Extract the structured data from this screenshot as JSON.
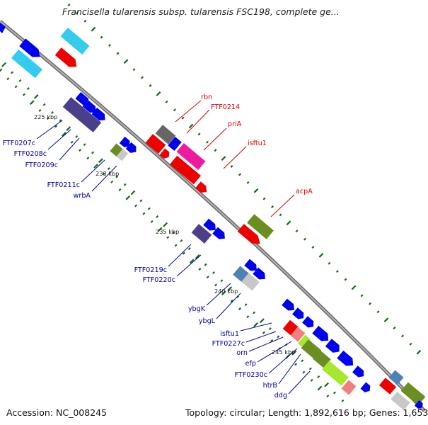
{
  "title": "Francisella tularensis subsp. tularensis FSC198, complete ge...",
  "footer": {
    "accession": "Accession: NC_008245",
    "summary": "Topology: circular; Length: 1,892,616 bp; Genes: 1,653"
  },
  "scale_ticks": [
    "225 kbp",
    "230 kbp",
    "235 kbp",
    "240 kbp",
    "245 kbp"
  ],
  "forward_labels": [
    "rbn",
    "FTF0214",
    "priA",
    "isftu1",
    "acpA"
  ],
  "reverse_labels": [
    "FTF0207c",
    "FTF0208c",
    "FTF0209c",
    "FTF0211c",
    "wrbA",
    "FTF0219c",
    "FTF0220c",
    "ybgK",
    "ybgL",
    "isftu1",
    "FTF0227c",
    "orn",
    "efp",
    "FTF0230c",
    "htrB",
    "ddg"
  ],
  "colors": {
    "backbone": "#888888",
    "tick_dash": "#0d6e0d",
    "forward_label": "#dd0000",
    "reverse_label": "#0000aa",
    "gene_blue": "#0000ee",
    "gene_red": "#ee0000",
    "gene_cyan": "#33ccee",
    "gene_purple": "#4a3f8a",
    "gene_olive": "#6b8e23",
    "gene_magenta": "#ee1aa0",
    "gene_grey": "#666666",
    "gene_lightgrey": "#c8c8c8",
    "gene_steel": "#4f82b4",
    "gene_pink": "#f08080",
    "gene_lime": "#a6e82e"
  }
}
